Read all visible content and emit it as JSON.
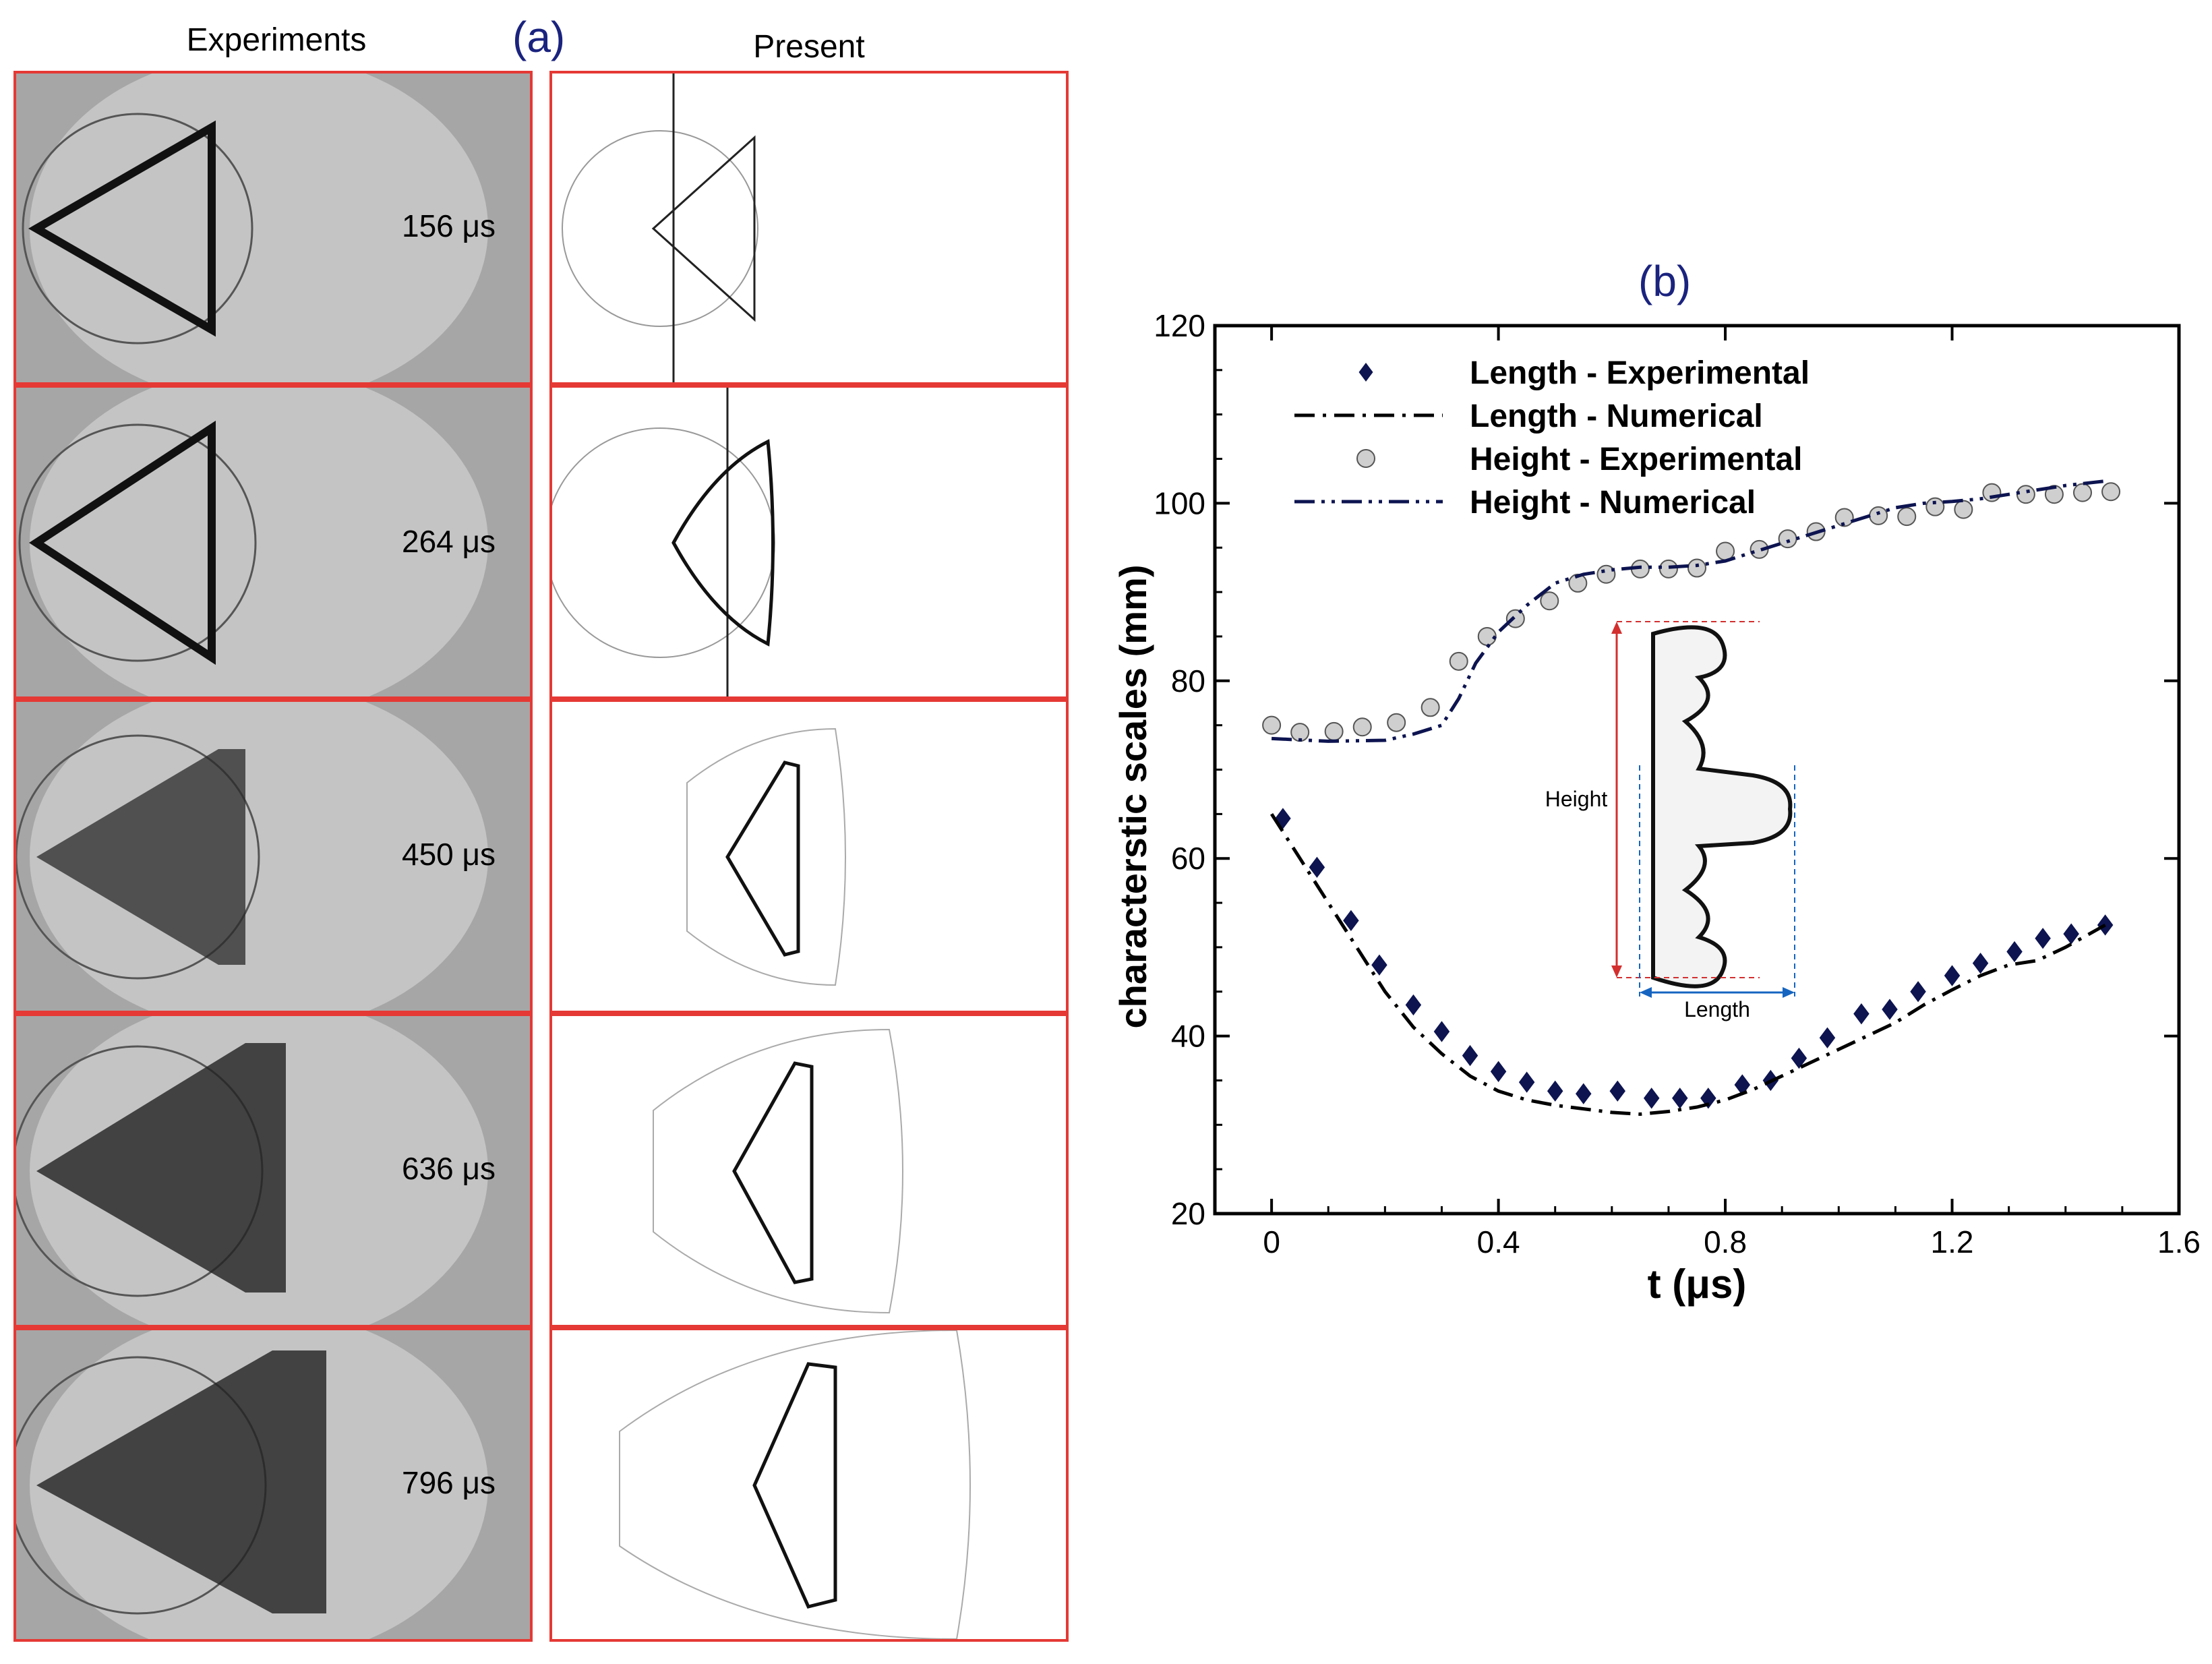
{
  "panel_a": {
    "label": "(a)",
    "col_experiments": "Experiments",
    "col_present": "Present",
    "times": [
      "156 μs",
      "264 μs",
      "450 μs",
      "636 μs",
      "796 μs"
    ]
  },
  "panel_b": {
    "label": "(b)",
    "inset": {
      "height_label": "Height",
      "length_label": "Length"
    }
  },
  "colors": {
    "frame": "#e53935",
    "navy": "#0d1450",
    "label_blue": "#1a237e",
    "marker_gray": "#cfcfcf"
  },
  "chart_data": {
    "type": "scatter",
    "xlabel": "t (μs)",
    "ylabel": "characterstic scales (mm)",
    "xlim": [
      -0.1,
      1.6
    ],
    "ylim": [
      20,
      120
    ],
    "xticks": [
      0,
      0.4,
      0.8,
      1.2,
      1.6
    ],
    "xtick_labels": [
      "0",
      "0.4",
      "0.8",
      "1.2",
      "1.6"
    ],
    "yticks": [
      20,
      40,
      60,
      80,
      100,
      120
    ],
    "ytick_labels": [
      "20",
      "40",
      "60",
      "80",
      "100",
      "120"
    ],
    "legend_position": "top-left",
    "series": [
      {
        "name": "Length - Experimental",
        "kind": "marker-diamond",
        "x": [
          0.02,
          0.08,
          0.14,
          0.19,
          0.25,
          0.3,
          0.35,
          0.4,
          0.45,
          0.5,
          0.55,
          0.61,
          0.67,
          0.72,
          0.77,
          0.83,
          0.88,
          0.93,
          0.98,
          1.04,
          1.09,
          1.14,
          1.2,
          1.25,
          1.31,
          1.36,
          1.41,
          1.47
        ],
        "y": [
          64.5,
          59.0,
          53.0,
          48.0,
          43.5,
          40.5,
          37.8,
          36.0,
          34.8,
          33.8,
          33.5,
          33.8,
          33.0,
          33.0,
          33.0,
          34.5,
          35.0,
          37.5,
          39.8,
          42.5,
          43.0,
          45.0,
          46.8,
          48.2,
          49.5,
          51.0,
          51.5,
          52.5
        ]
      },
      {
        "name": "Length - Numerical",
        "kind": "line-dashdot",
        "x": [
          0.0,
          0.05,
          0.1,
          0.15,
          0.2,
          0.25,
          0.3,
          0.35,
          0.4,
          0.45,
          0.5,
          0.55,
          0.6,
          0.65,
          0.7,
          0.75,
          0.8,
          0.85,
          0.9,
          0.95,
          1.0,
          1.05,
          1.1,
          1.15,
          1.2,
          1.25,
          1.3,
          1.35,
          1.4,
          1.47
        ],
        "y": [
          65.0,
          60.0,
          55.0,
          50.0,
          45.0,
          41.0,
          38.0,
          35.5,
          33.8,
          32.8,
          32.2,
          31.8,
          31.4,
          31.2,
          31.5,
          32.0,
          32.8,
          34.0,
          35.5,
          37.0,
          38.5,
          40.0,
          41.5,
          43.5,
          45.2,
          46.8,
          48.0,
          48.5,
          50.0,
          52.5
        ]
      },
      {
        "name": "Height - Experimental",
        "kind": "marker-circle",
        "x": [
          0.0,
          0.05,
          0.11,
          0.16,
          0.22,
          0.28,
          0.33,
          0.38,
          0.43,
          0.49,
          0.54,
          0.59,
          0.65,
          0.7,
          0.75,
          0.8,
          0.86,
          0.91,
          0.96,
          1.01,
          1.07,
          1.12,
          1.17,
          1.22,
          1.27,
          1.33,
          1.38,
          1.43,
          1.48
        ],
        "y": [
          75.0,
          74.2,
          74.3,
          74.8,
          75.3,
          77.0,
          82.2,
          85.0,
          87.0,
          89.0,
          91.0,
          92.0,
          92.6,
          92.6,
          92.7,
          94.6,
          94.8,
          96.0,
          96.8,
          98.4,
          98.6,
          98.5,
          99.6,
          99.3,
          101.2,
          101.0,
          101.0,
          101.2,
          101.3
        ]
      },
      {
        "name": "Height - Numerical",
        "kind": "line-dashdotdot",
        "x": [
          0.0,
          0.1,
          0.2,
          0.25,
          0.3,
          0.33,
          0.36,
          0.4,
          0.45,
          0.5,
          0.55,
          0.6,
          0.65,
          0.7,
          0.75,
          0.8,
          0.85,
          0.9,
          0.95,
          1.0,
          1.05,
          1.1,
          1.15,
          1.2,
          1.25,
          1.3,
          1.35,
          1.4,
          1.47
        ],
        "y": [
          73.5,
          73.2,
          73.3,
          74.0,
          75.0,
          78.0,
          82.0,
          85.5,
          88.5,
          91.0,
          92.0,
          92.5,
          92.8,
          92.8,
          93.0,
          93.5,
          94.5,
          95.5,
          96.5,
          97.5,
          98.5,
          99.5,
          100.0,
          100.2,
          100.5,
          101.0,
          101.5,
          102.0,
          102.5
        ]
      }
    ]
  }
}
